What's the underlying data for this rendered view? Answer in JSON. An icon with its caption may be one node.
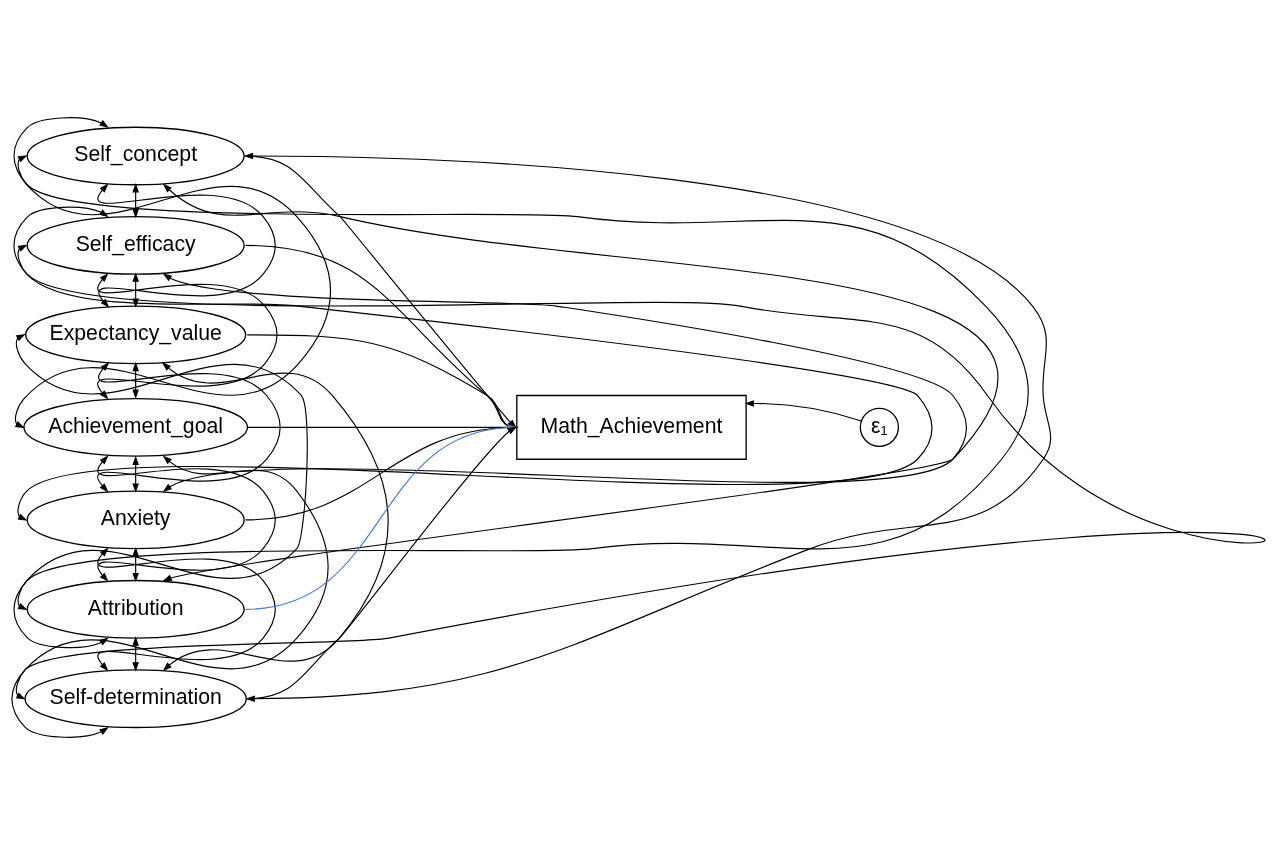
{
  "diagram": {
    "nodes": [
      {
        "text": [
          "Self_concept"
        ]
      },
      {
        "text": [
          "Self_efficacy"
        ]
      },
      {
        "text": [
          "Expectancy_value"
        ]
      },
      {
        "text": [
          "Achievement_goal"
        ]
      },
      {
        "text": [
          "Anxiety"
        ]
      },
      {
        "text": [
          "Attribution"
        ]
      },
      {
        "text": [
          "Self-determination"
        ]
      },
      {
        "text": [
          "Math_Achievement"
        ]
      },
      {
        "text": [
          "ε₁"
        ]
      }
    ],
    "edges": [
      {
        "from": 0,
        "to": 1,
        "arrow": "both"
      },
      {
        "from": 0,
        "to": 2,
        "arrow": "both"
      },
      {
        "from": 0,
        "to": 3,
        "arrow": "both"
      },
      {
        "from": 0,
        "to": 4,
        "arrow": "both"
      },
      {
        "from": 0,
        "to": 5,
        "arrow": "both"
      },
      {
        "from": 0,
        "to": 6,
        "arrow": "both"
      },
      {
        "from": 1,
        "to": 2,
        "arrow": "both"
      },
      {
        "from": 1,
        "to": 3,
        "arrow": "both"
      },
      {
        "from": 1,
        "to": 4,
        "arrow": "both"
      },
      {
        "from": 1,
        "to": 5,
        "arrow": "both"
      },
      {
        "from": 1,
        "to": 6,
        "arrow": "both"
      },
      {
        "from": 2,
        "to": 3,
        "arrow": "both"
      },
      {
        "from": 2,
        "to": 4,
        "arrow": "both"
      },
      {
        "from": 2,
        "to": 5,
        "arrow": "both"
      },
      {
        "from": 2,
        "to": 6,
        "arrow": "both"
      },
      {
        "from": 3,
        "to": 4,
        "arrow": "both"
      },
      {
        "from": 3,
        "to": 5,
        "arrow": "both"
      },
      {
        "from": 3,
        "to": 6,
        "arrow": "both"
      },
      {
        "from": 4,
        "to": 5,
        "arrow": "both"
      },
      {
        "from": 4,
        "to": 6,
        "arrow": "both"
      },
      {
        "from": 5,
        "to": 6,
        "arrow": "both"
      },
      {
        "from": 0,
        "to": 7,
        "arrow": "to"
      },
      {
        "from": 1,
        "to": 7,
        "arrow": "to"
      },
      {
        "from": 2,
        "to": 7,
        "arrow": "to"
      },
      {
        "from": 3,
        "to": 7,
        "arrow": "to"
      },
      {
        "from": 4,
        "to": 7,
        "arrow": "to"
      },
      {
        "from": 5,
        "to": 7,
        "arrow": "to",
        "color": "#4a78c8"
      },
      {
        "from": 6,
        "to": 7,
        "arrow": "to"
      },
      {
        "from": 8,
        "to": 7,
        "arrow": "to"
      }
    ]
  }
}
